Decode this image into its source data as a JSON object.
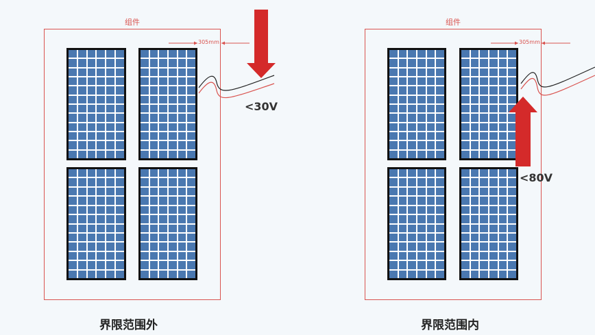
{
  "left_panel": {
    "module_label": "组件",
    "dimension_label": "305mm",
    "voltage_label": "<30V",
    "caption": "界限范围外"
  },
  "right_panel": {
    "module_label": "组件",
    "dimension_label": "305mm",
    "voltage_label": "<80V",
    "caption": "界限范围内"
  },
  "colors": {
    "frame": "#d9534f",
    "cell": "#4a78b0",
    "arrow": "#d42a2a",
    "cable_dark": "#222222",
    "cable_red": "#d9534f"
  }
}
